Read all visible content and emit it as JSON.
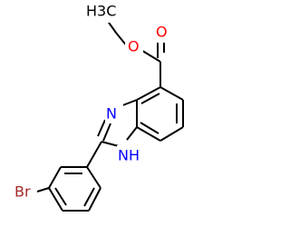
{
  "molecule": {
    "atoms": {
      "H3C": {
        "text": "H3C",
        "color": "#000000"
      },
      "O_ester": {
        "text": "O",
        "color": "#ff0000"
      },
      "O_carbonyl": {
        "text": "O",
        "color": "#ff0000"
      },
      "N_imine": {
        "text": "N",
        "color": "#0000ff"
      },
      "N_H": {
        "text": "NH",
        "color": "#0000ff"
      },
      "Br": {
        "text": "Br",
        "color": "#a52a2a"
      }
    }
  }
}
